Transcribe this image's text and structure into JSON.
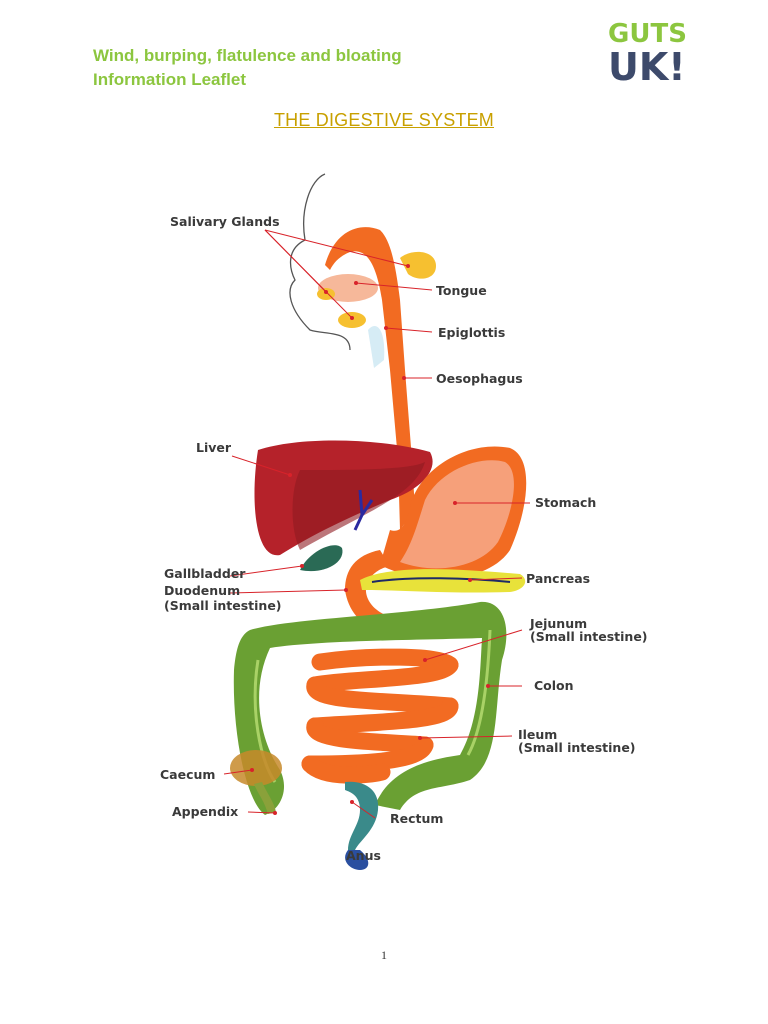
{
  "header": {
    "line1": "Wind, burping, flatulence and bloating",
    "line2": "Information Leaflet"
  },
  "logo": {
    "top_text": "GUTS",
    "bottom_text": "UK!",
    "colors": {
      "green": "#8cc63f",
      "navy": "#3d4a6b"
    }
  },
  "document": {
    "title": "THE DIGESTIVE SYSTEM"
  },
  "diagram": {
    "labels": {
      "salivary_glands": "Salivary Glands",
      "tongue": "Tongue",
      "epiglottis": "Epiglottis",
      "oesophagus": "Oesophagus",
      "liver": "Liver",
      "stomach": "Stomach",
      "gallbladder": "Gallbladder",
      "duodenum": "Duodenum",
      "duodenum_sub": "(Small intestine)",
      "pancreas": "Pancreas",
      "jejunum": "Jejunum",
      "jejunum_sub": "(Small intestine)",
      "colon": "Colon",
      "ileum": "Ileum",
      "ileum_sub": "(Small intestine)",
      "caecum": "Caecum",
      "appendix": "Appendix",
      "rectum": "Rectum",
      "anus": "Anus"
    },
    "colors": {
      "gut": "#f26b22",
      "liver": "#b5222a",
      "stomach_inner": "#f6a07a",
      "colon": "#6aa033",
      "pancreas": "#e8e23a",
      "label_line": "#d8232a"
    }
  },
  "footer": {
    "page_number": "1"
  }
}
